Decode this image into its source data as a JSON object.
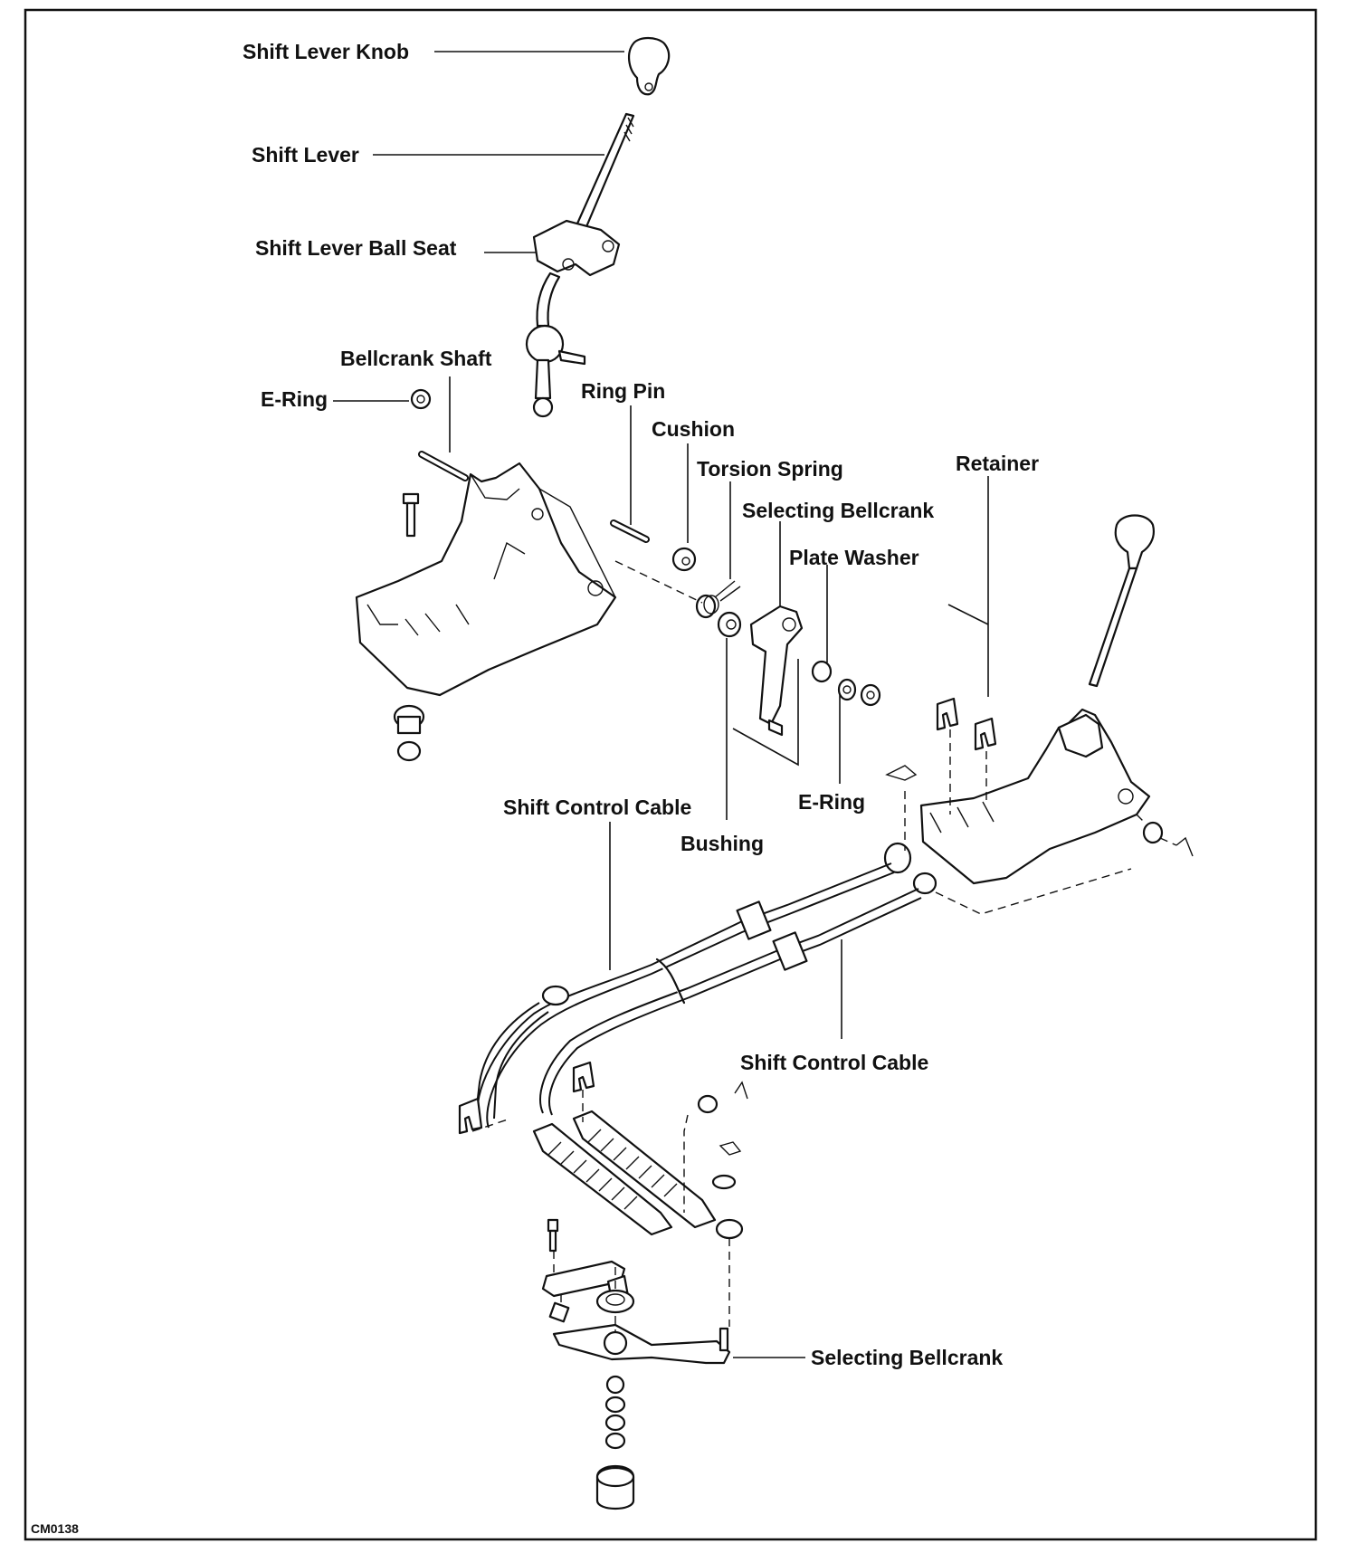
{
  "figure_code": "CM0138",
  "labels": {
    "shift_lever_knob": "Shift Lever Knob",
    "shift_lever": "Shift Lever",
    "shift_lever_ball_seat": "Shift Lever Ball Seat",
    "bellcrank_shaft": "Bellcrank Shaft",
    "e_ring_upper": "E-Ring",
    "ring_pin": "Ring Pin",
    "cushion": "Cushion",
    "torsion_spring": "Torsion Spring",
    "retainer": "Retainer",
    "selecting_bellcrank_upper": "Selecting Bellcrank",
    "plate_washer": "Plate Washer",
    "e_ring_lower": "E-Ring",
    "shift_control_cable_left": "Shift Control Cable",
    "bushing": "Bushing",
    "shift_control_cable_right": "Shift Control Cable",
    "selecting_bellcrank_lower": "Selecting Bellcrank"
  }
}
